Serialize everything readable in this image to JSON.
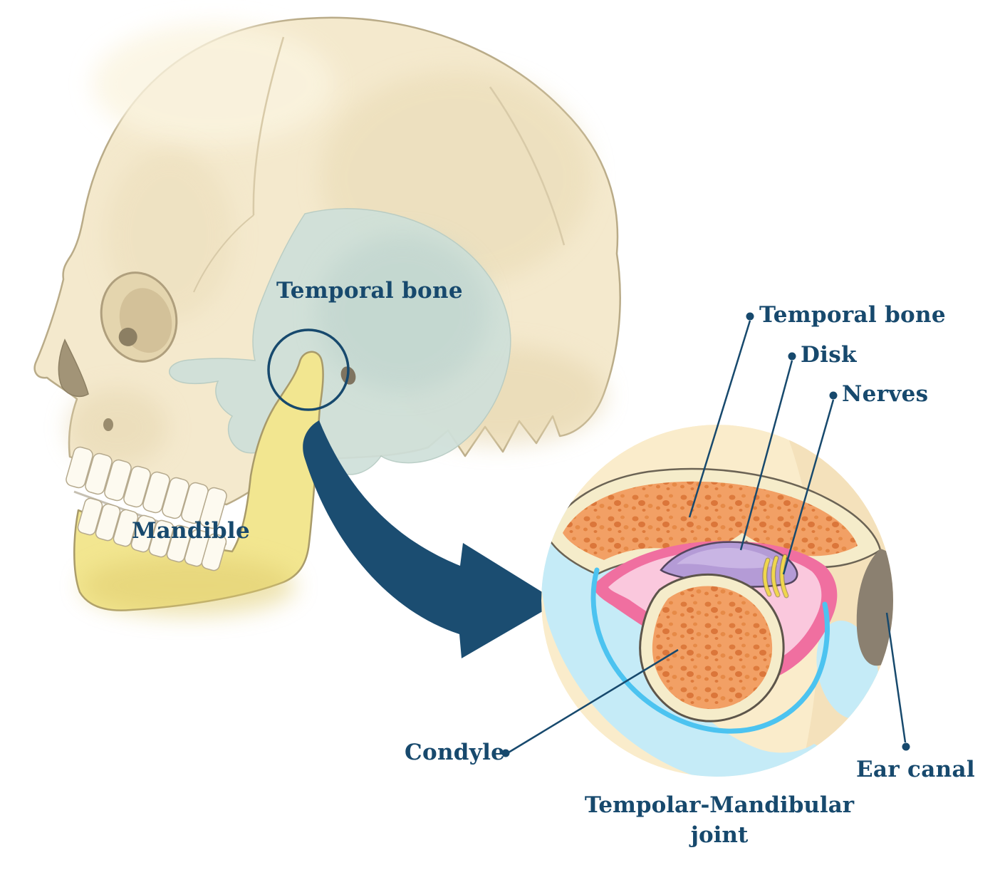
{
  "labels": {
    "skull": {
      "temporal_bone": "Temporal bone",
      "mandible": "Mandible"
    },
    "inset": {
      "temporal_bone": "Temporal bone",
      "disk": "Disk",
      "nerves": "Nerves",
      "condyle": "Condyle",
      "ear_canal": "Ear canal"
    },
    "caption": {
      "line1": "Tempolar-Mandibular",
      "line2": "joint"
    }
  },
  "colors": {
    "label_text": "#17496d",
    "arrow": "#1b4d71",
    "skull_bone": "#f4e9cd",
    "skull_outline": "#b9ab88",
    "temporal_region": "#cfe0da",
    "mandible": "#f2e690",
    "inset_background": "#faeccb",
    "joint_space_blue": "#c5ebf7",
    "capsule_line_blue": "#4cc3f0",
    "spongy_bone": "#f2a065",
    "spongy_dots": "#dd7a3c",
    "disk_purple": "#b49bd6",
    "capsule_pink": "#f06fa0",
    "capsule_pink_light": "#fac8dd",
    "nerves_yellow": "#f0d74c",
    "ear_canal": "#8b8070",
    "teeth": "#fdfaf0"
  }
}
